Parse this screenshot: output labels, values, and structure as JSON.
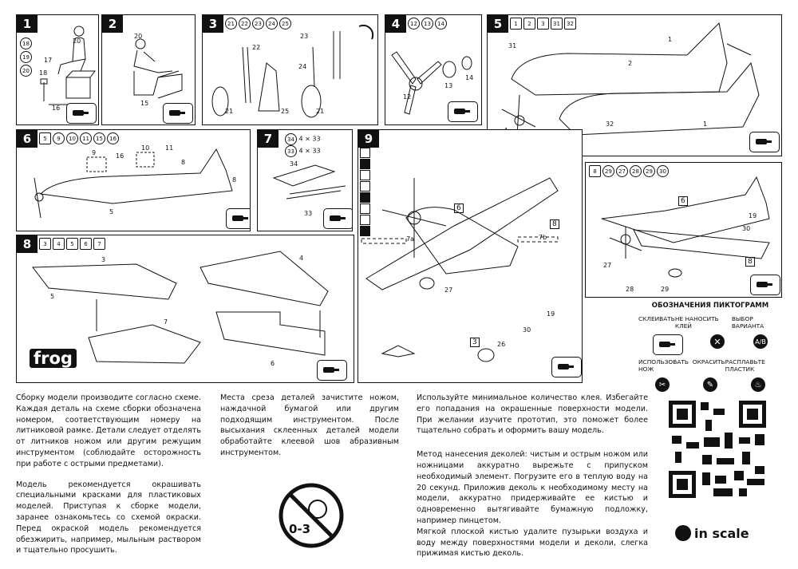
{
  "steps": {
    "s1": {
      "num": "1",
      "chips": [
        "18",
        "19",
        "20"
      ]
    },
    "s2": {
      "num": "2"
    },
    "s3": {
      "num": "3",
      "chips": [
        "21",
        "22",
        "23",
        "24",
        "25"
      ]
    },
    "s4": {
      "num": "4",
      "chips": [
        "12",
        "13",
        "14"
      ]
    },
    "s5": {
      "num": "5",
      "chips": [
        "1",
        "2",
        "3",
        "31",
        "32"
      ]
    },
    "s6": {
      "num": "6",
      "chips": [
        "5",
        "9",
        "10",
        "11",
        "15",
        "16"
      ]
    },
    "s7": {
      "num": "7",
      "chips": [
        "34",
        "33"
      ],
      "rowA": "4 × 33",
      "rowB": "4 × 33"
    },
    "s8": {
      "num": "8",
      "chips": [
        "3",
        "4",
        "5",
        "6",
        "7"
      ]
    },
    "s9": {
      "num": "9",
      "chips": [
        "8",
        "29",
        "27",
        "28",
        "29",
        "30"
      ]
    }
  },
  "labels": {
    "p1": [
      "20",
      "17",
      "18",
      "16"
    ],
    "p2": [
      "20",
      "15"
    ],
    "p3": [
      "22",
      "21",
      "25",
      "24",
      "23",
      "21"
    ],
    "p4": [
      "12",
      "13",
      "14"
    ],
    "p5": [
      "31",
      "1",
      "2",
      "4",
      "32",
      "1"
    ],
    "p6": [
      "9",
      "10",
      "11",
      "16",
      "8",
      "8",
      "5"
    ],
    "p7": [
      "34",
      "33"
    ],
    "p8": [
      "3",
      "4",
      "5",
      "7",
      "6"
    ],
    "p9": [
      "6",
      "8",
      "7a",
      "7b",
      "27",
      "3",
      "26",
      "30",
      "19"
    ],
    "p10": [
      "6",
      "19",
      "30",
      "27",
      "8",
      "29",
      "28"
    ]
  },
  "legend": {
    "title": "ОБОЗНАЧЕНИЯ ПИКТОГРАММ",
    "items": [
      "СКЛЕИВАТЬ",
      "НЕ НАНОСИТЬ КЛЕЙ",
      "ВЫБОР ВАРИАНТА",
      "ИСПОЛЬЗОВАТЬ НОЖ",
      "ОКРАСИТЬ",
      "РАСПЛАВЬТЕ ПЛАСТИК"
    ]
  },
  "age": "0-3",
  "brand": {
    "left": "frog",
    "right": "in scale"
  },
  "text": {
    "col1a": "Сборку модели производите согласно схеме. Каждая деталь на схеме сборки обозначена номером, соответствующим номеру на литниковой рамке. Детали следует отделять от литников ножом или другим режущим инструментом (соблюдайте осторожность при работе с острыми предметами).",
    "col1b": "Модель рекомендуется окрашивать специальными красками для пластиковых моделей. Приступая к сборке модели, заранее ознакомьтесь со схемой окраски. Перед окраской модель рекомендуется обезжирить, например, мыльным раствором и тщательно просушить.",
    "col2": "Места среза деталей зачистите ножом, наждачной бумагой или другим подходящим инструментом. После высыхания склеенных деталей модели обработайте клеевой шов абразивным инструментом.",
    "col3a": "Используйте минимальное количество клея. Избегайте его попадания на окрашенные поверхности модели. При желании изучите прототип, это поможет более тщательно собрать и оформить вашу модель.",
    "col3b": "Метод нанесения деколей: чистым и острым ножом или ножницами аккуратно вырежьте с припуском необходимый элемент. Погрузите его в теплую воду на 20 секунд. Приложив деколь к необходимому месту на модели, аккуратно придерживайте ее кистью и одновременно вытягивайте бумажную подложку, например пинцетом.",
    "col3c": "Мягкой плоской кистью удалите пузырьки воздуха и воду между поверхностями модели и деколи, слегка прижимая кистью деколь."
  }
}
